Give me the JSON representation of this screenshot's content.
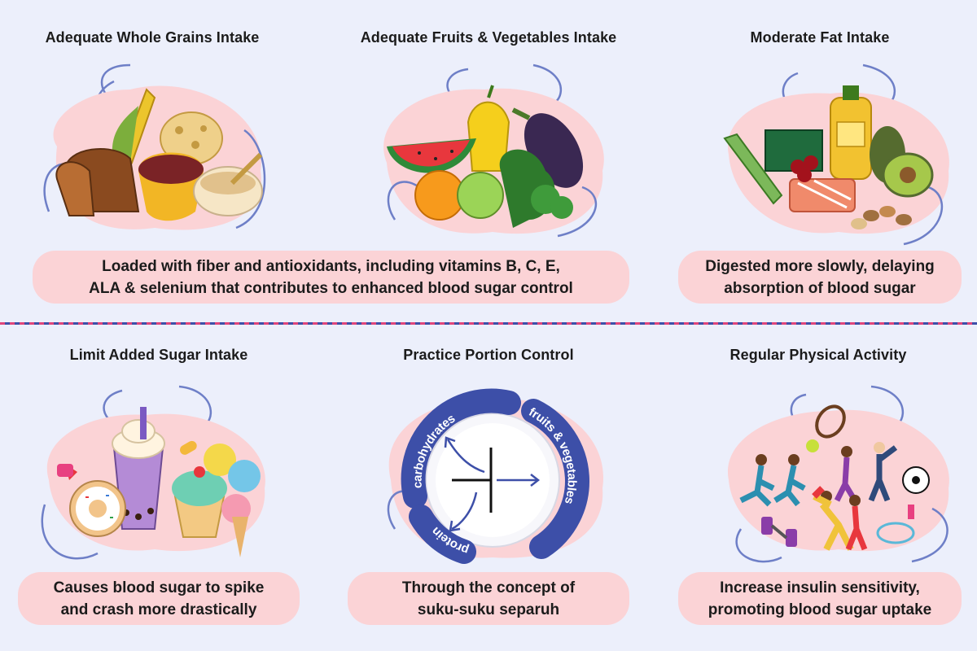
{
  "panels": [
    {
      "title": "Adequate Whole Grains Intake",
      "icon": "whole-grains-illustration"
    },
    {
      "title": "Adequate Fruits & Vegetables Intake",
      "icon": "fruits-vegetables-illustration"
    },
    {
      "title": "Moderate Fat Intake",
      "icon": "healthy-fats-illustration"
    },
    {
      "title": "Limit Added Sugar Intake",
      "icon": "sweets-illustration"
    },
    {
      "title": "Practice Portion Control",
      "icon": "portion-plate-illustration"
    },
    {
      "title": "Regular Physical Activity",
      "icon": "exercise-illustration"
    }
  ],
  "descriptions": {
    "grains_fruits": [
      "Loaded with fiber and antioxidants, including vitamins B, C, E,",
      "ALA & selenium that contributes to enhanced blood sugar control"
    ],
    "fat": [
      "Digested more slowly, delaying",
      "absorption of blood sugar"
    ],
    "sugar": [
      "Causes blood sugar to spike",
      "and crash more drastically"
    ],
    "portion": [
      "Through the concept of",
      "suku-suku separuh"
    ],
    "activity": [
      "Increase insulin sensitivity,",
      "promoting blood sugar uptake"
    ]
  },
  "plate_labels": {
    "carbs": "carbohydrates",
    "fruits": "fruits & vegetables",
    "protein": "protein"
  },
  "colors": {
    "background": "#eceffb",
    "blob": "#fbd3d6",
    "accent_blue": "#3d4fa8",
    "divider_pink": "#e0457b"
  }
}
